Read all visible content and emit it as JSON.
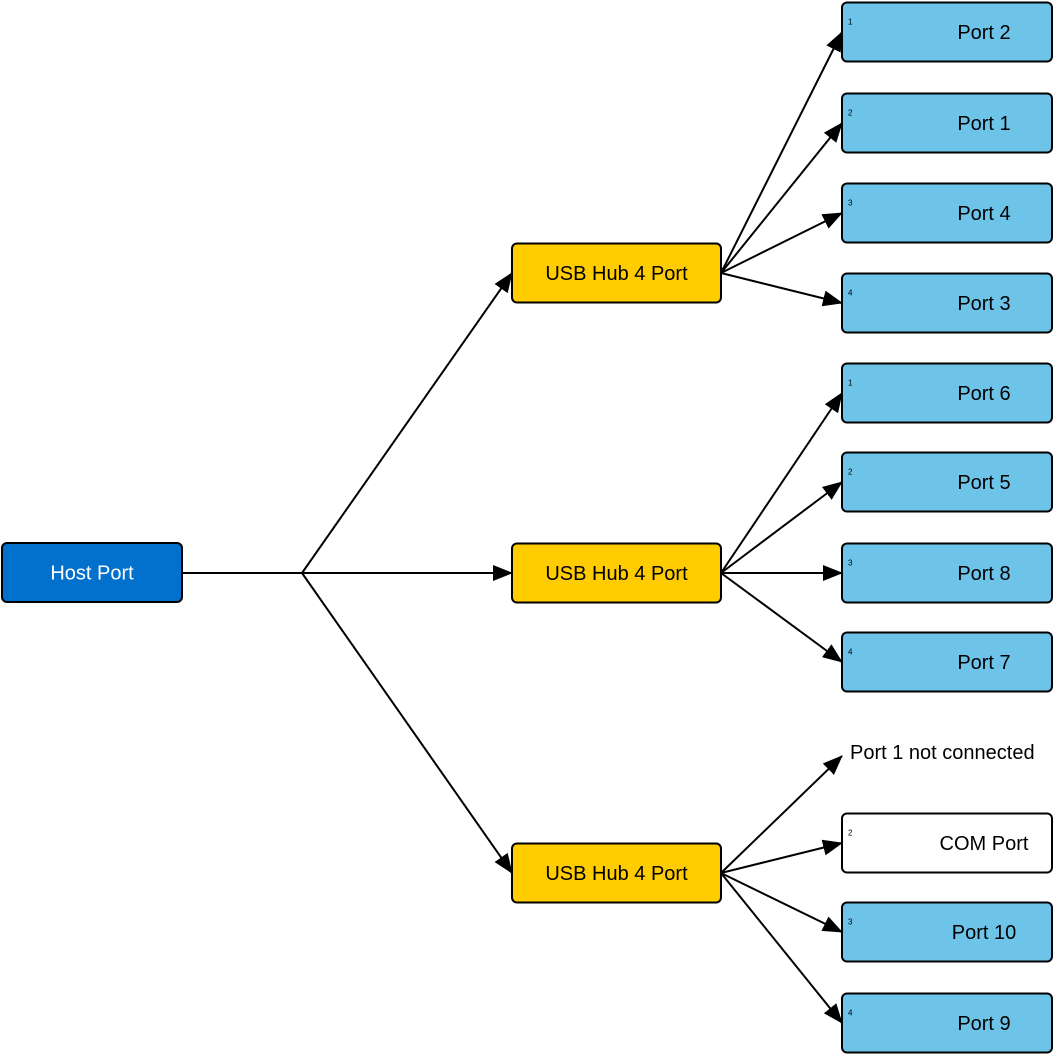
{
  "colors": {
    "host": "#0270CD",
    "hub": "#FFCC00",
    "port": "#6EC4E8",
    "com": "#FFFFFF",
    "stroke": "#000000"
  },
  "host": {
    "label": "Host Port"
  },
  "hubs": [
    {
      "label": "USB Hub 4 Port",
      "ports": [
        {
          "num": "1",
          "label": "Port 2",
          "kind": "port"
        },
        {
          "num": "2",
          "label": "Port 1",
          "kind": "port"
        },
        {
          "num": "3",
          "label": "Port 4",
          "kind": "port"
        },
        {
          "num": "4",
          "label": "Port 3",
          "kind": "port"
        }
      ]
    },
    {
      "label": "USB Hub 4 Port",
      "ports": [
        {
          "num": "1",
          "label": "Port 6",
          "kind": "port"
        },
        {
          "num": "2",
          "label": "Port 5",
          "kind": "port"
        },
        {
          "num": "3",
          "label": "Port 8",
          "kind": "port"
        },
        {
          "num": "4",
          "label": "Port 7",
          "kind": "port"
        }
      ]
    },
    {
      "label": "USB Hub 4 Port",
      "ports": [
        {
          "num": "",
          "label": "Port 1 not connected",
          "kind": "text"
        },
        {
          "num": "2",
          "label": "COM Port",
          "kind": "com"
        },
        {
          "num": "3",
          "label": "Port 10",
          "kind": "port"
        },
        {
          "num": "4",
          "label": "Port 9",
          "kind": "port"
        }
      ]
    }
  ]
}
